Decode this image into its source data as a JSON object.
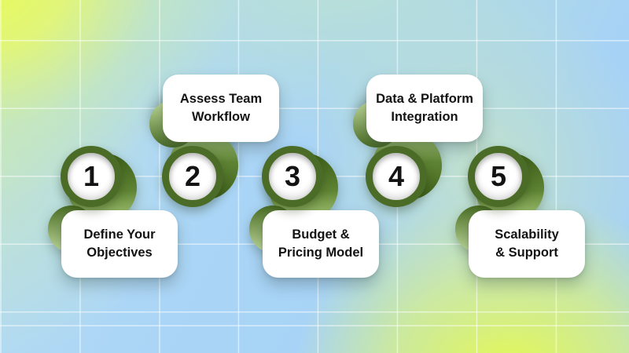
{
  "diagram_title": "",
  "steps": [
    {
      "number": "1",
      "label_line1": "Define Your",
      "label_line2": "Objectives",
      "card_position": "below"
    },
    {
      "number": "2",
      "label_line1": "Assess Team",
      "label_line2": "Workflow",
      "card_position": "above"
    },
    {
      "number": "3",
      "label_line1": "Budget &",
      "label_line2": "Pricing Model",
      "card_position": "below"
    },
    {
      "number": "4",
      "label_line1": "Data & Platform",
      "label_line2": "Integration",
      "card_position": "above"
    },
    {
      "number": "5",
      "label_line1": "Scalability",
      "label_line2": "& Support",
      "card_position": "below"
    }
  ],
  "colors": {
    "ring": "#4b6c27",
    "swoosh_dark": "#3d5e19",
    "swoosh_mid": "#5f8434",
    "swoosh_light": "#aed07f",
    "curl_dark": "#486b23",
    "curl_light": "#c3dd9c",
    "card_bg": "#ffffff",
    "label_text": "#131313",
    "number_text": "#131313",
    "bg_blue": "#a9d4f6",
    "bg_teal_green": "#bce2cf",
    "bg_green_left": "#cdeaae",
    "bg_green_right": "#cfe9c0",
    "bg_yellow_topleft": "#e9fb4f",
    "bg_yellow_bottom": "#e4f855",
    "grid_line": "rgba(255,255,255,0.55)"
  }
}
